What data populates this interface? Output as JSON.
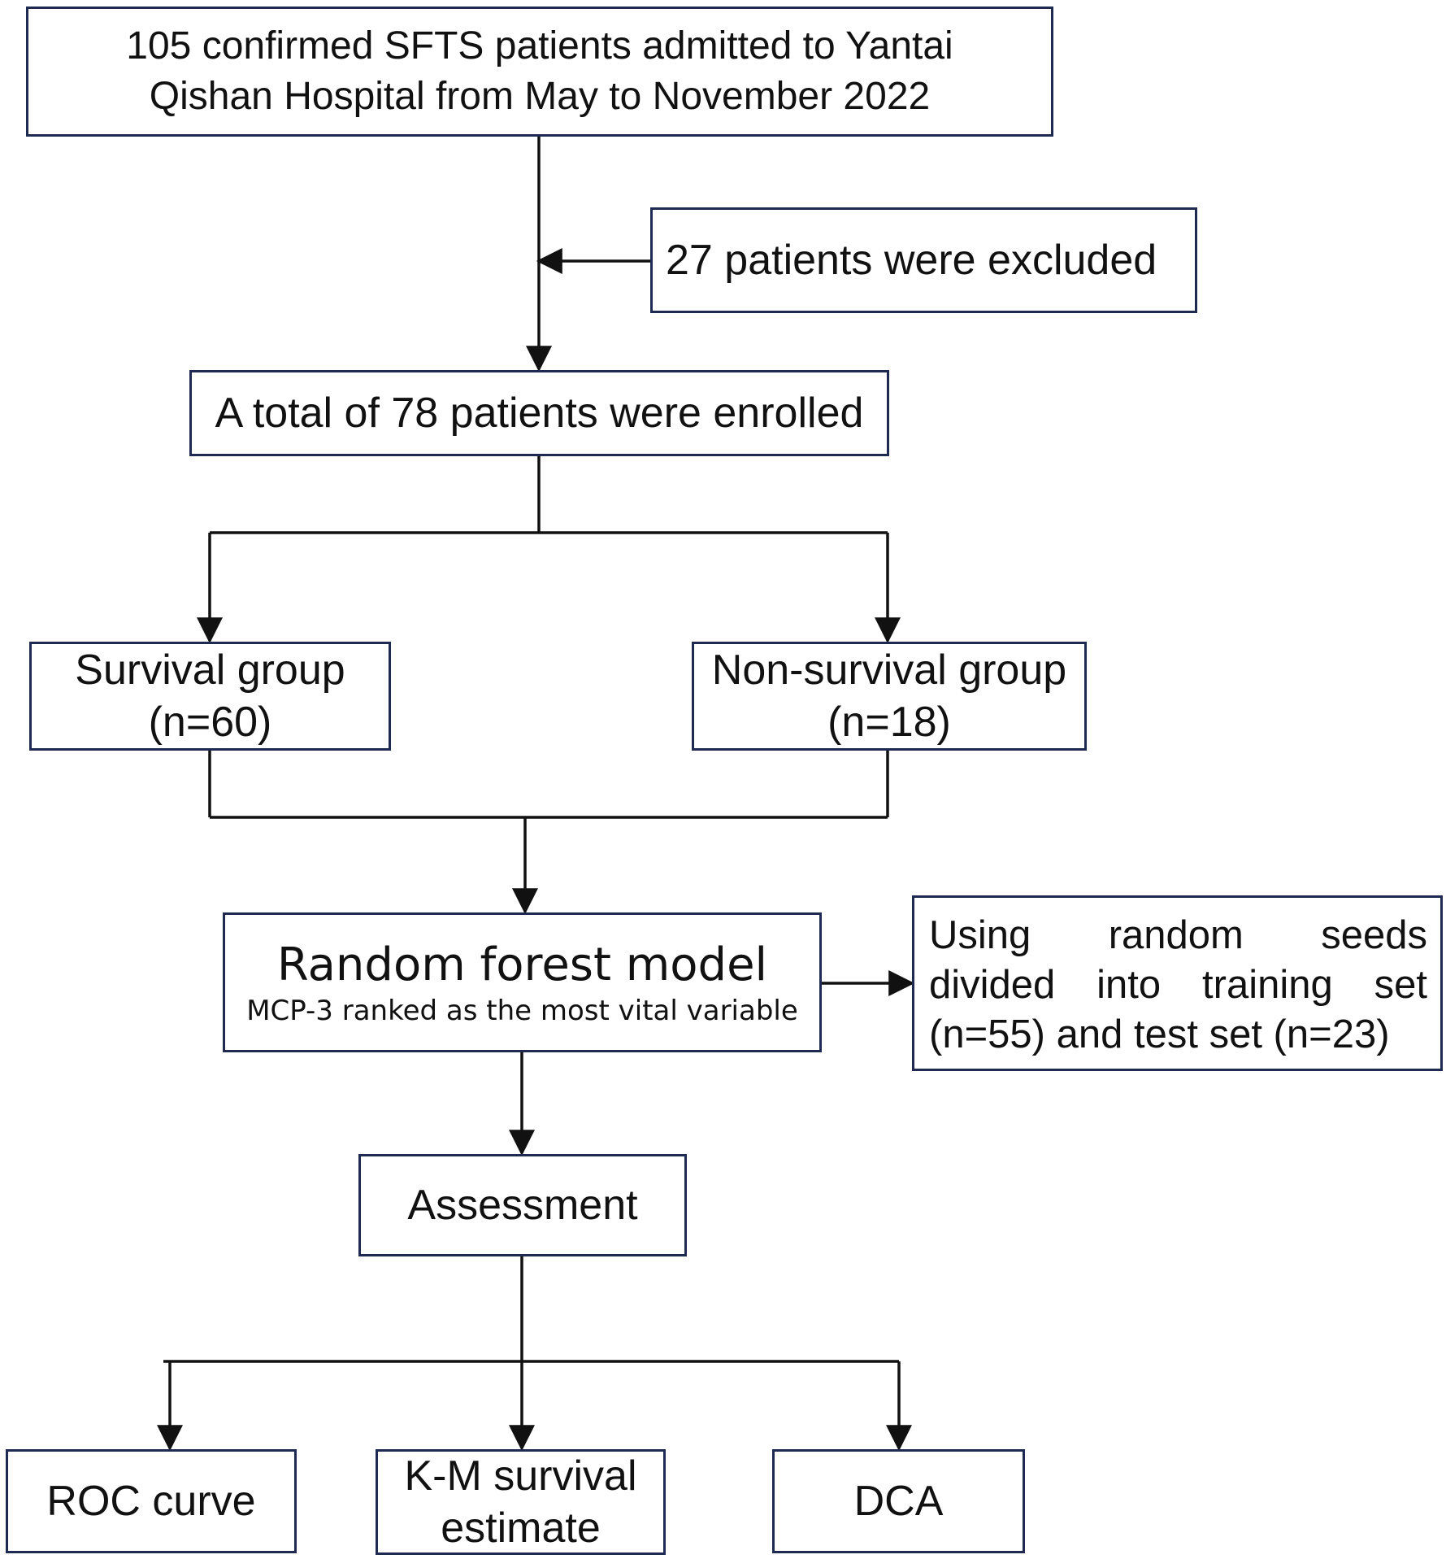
{
  "nodes": {
    "admitted": {
      "line1": "105 confirmed SFTS patients admitted to Yantai",
      "line2": "Qishan Hospital from May to November 2022"
    },
    "excluded": {
      "text": "27 patients were excluded"
    },
    "enrolled": {
      "text": "A total of 78 patients were enrolled"
    },
    "survival": {
      "line1": "Survival group",
      "line2": "(n=60)"
    },
    "nonsurvival": {
      "line1": "Non-survival group",
      "line2": "(n=18)"
    },
    "random_forest": {
      "title": "Random forest model",
      "subtitle": "MCP-3 ranked as  the most vital variable"
    },
    "split": {
      "line1_words": [
        "Using",
        "random",
        "seeds"
      ],
      "line2_words": [
        "divided",
        "into",
        "training",
        "set"
      ],
      "line3": "(n=55) and test set (n=23)"
    },
    "assessment": {
      "text": "Assessment"
    },
    "roc": {
      "text": "ROC curve"
    },
    "km": {
      "line1": "K-M survival",
      "line2": "estimate"
    },
    "dca": {
      "text": "DCA"
    }
  },
  "colors": {
    "border": "#1f2a52",
    "line": "#111111",
    "text": "#111111"
  }
}
